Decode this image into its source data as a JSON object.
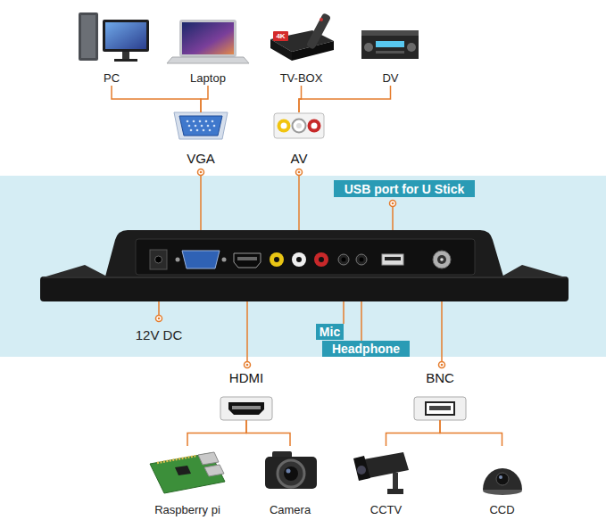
{
  "diagram": {
    "nodes": [
      {
        "text": [
          "PC"
        ]
      },
      {
        "text": [
          "Laptop"
        ]
      },
      {
        "text": [
          "TV-BOX"
        ]
      },
      {
        "text": [
          "DV"
        ]
      },
      {
        "text": [
          "VGA"
        ]
      },
      {
        "text": [
          "AV"
        ]
      },
      {
        "text": [
          "USB port for U Stick"
        ]
      },
      {
        "text": [
          "Mic"
        ]
      },
      {
        "text": [
          "Headphone"
        ]
      },
      {
        "text": [
          "HDMI"
        ]
      },
      {
        "text": [
          "BNC"
        ]
      },
      {
        "text": [
          "Raspberry pi"
        ]
      },
      {
        "text": [
          "Camera"
        ]
      },
      {
        "text": [
          "CCTV"
        ]
      },
      {
        "text": [
          "CCD"
        ]
      }
    ],
    "edges": [
      {
        "from": 0,
        "to": 4,
        "arrow": "none"
      },
      {
        "from": 1,
        "to": 4,
        "arrow": "none"
      },
      {
        "from": 2,
        "to": 5,
        "arrow": "none"
      },
      {
        "from": 3,
        "to": 5,
        "arrow": "none"
      },
      {
        "from": 9,
        "to": 11,
        "arrow": "none"
      },
      {
        "from": 9,
        "to": 12,
        "arrow": "none"
      },
      {
        "from": 10,
        "to": 13,
        "arrow": "none"
      },
      {
        "from": 10,
        "to": 14,
        "arrow": "none"
      }
    ],
    "labels": [
      "4K",
      "12V DC"
    ]
  }
}
